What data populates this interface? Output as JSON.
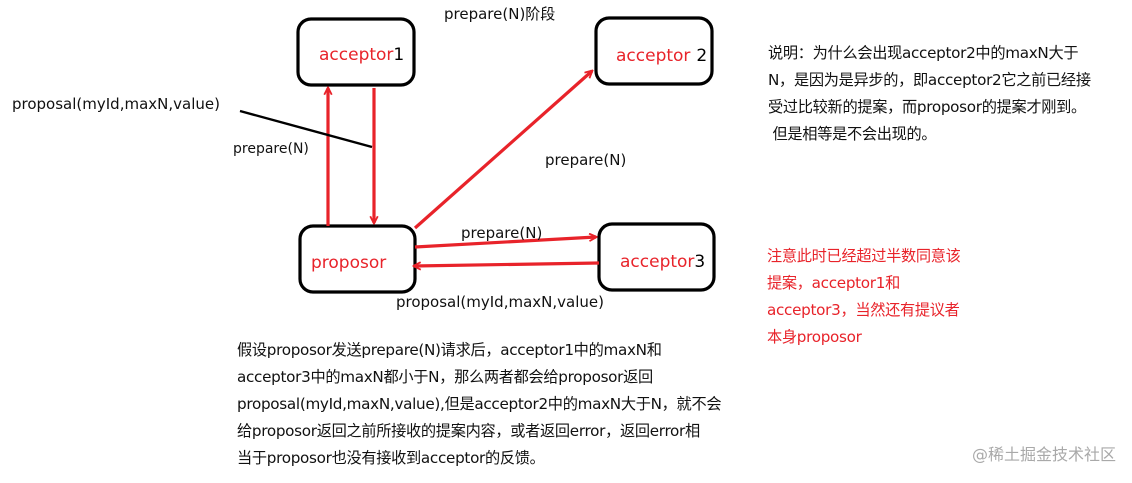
{
  "stage_title": "prepare(N)阶段",
  "nodes": {
    "acceptor1": {
      "name": "acceptor",
      "suffix": "1"
    },
    "acceptor2": {
      "name": "acceptor",
      "suffix": "2"
    },
    "acceptor3": {
      "name": "acceptor",
      "suffix": "3"
    },
    "proposor": {
      "name": "proposor"
    }
  },
  "edges": {
    "to_acceptor1": "prepare(N)",
    "from_acceptor1": "proposal(myId,maxN,value)",
    "to_acceptor2": "prepare(N)",
    "to_acceptor3": "prepare(N)",
    "from_acceptor3": "proposal(myId,maxN,value)"
  },
  "notes": {
    "explanation": [
      "说明：为什么会出现acceptor2中的maxN大于",
      "N，是因为是异步的，即acceptor2它之前已经接",
      "受过比较新的提案，而proposor的提案才刚到。",
      " 但是相等是不会出现的。"
    ],
    "majority": [
      "注意此时已经超过半数同意该",
      "提案，acceptor1和",
      "acceptor3，当然还有提议者",
      "本身proposor"
    ],
    "main": [
      "假设proposor发送prepare(N)请求后，acceptor1中的maxN和",
      "acceptor3中的maxN都小于N，那么两者都会给proposor返回",
      "proposal(myId,maxN,value),但是acceptor2中的maxN大于N，就不会",
      "给proposor返回之前所接收的提案内容，或者返回error，返回error相",
      "当于proposor也没有接收到acceptor的反馈。"
    ]
  },
  "watermark": "@稀土掘金技术社区",
  "colors": {
    "accent": "#e8232a",
    "box_border": "#000000",
    "leader_line": "#000000"
  }
}
